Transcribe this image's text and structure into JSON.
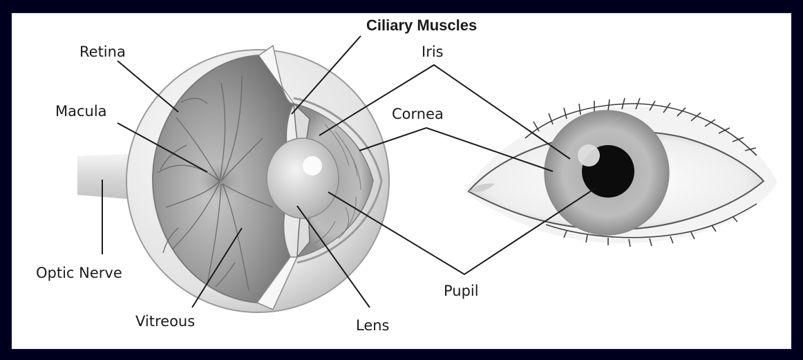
{
  "diagram": {
    "labels": {
      "ciliary_muscles": "Ciliary Muscles",
      "retina": "Retina",
      "iris": "Iris",
      "macula": "Macula",
      "cornea": "Cornea",
      "optic_nerve": "Optic Nerve",
      "pupil": "Pupil",
      "vitreous": "Vitreous",
      "lens": "Lens"
    }
  },
  "colors": {
    "frame": "#00001e",
    "background": "#ffffff",
    "ink": "#1a1a1a"
  }
}
